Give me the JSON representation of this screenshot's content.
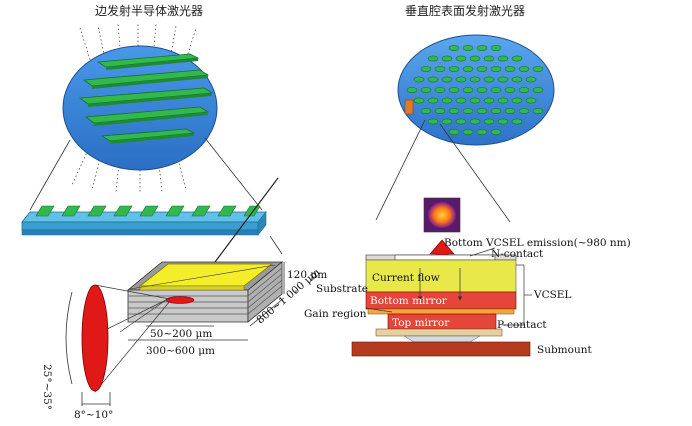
{
  "left_panel": {
    "title": "边发射半导体激光器",
    "dim_height": "120 μm",
    "dim_length": "800~1 000 μm",
    "dim_stripe": "50~200 μm",
    "dim_width": "300~600 μm",
    "beam_vertical_angle": "25°~35°",
    "beam_horizontal_angle": "8°~10°"
  },
  "right_panel": {
    "title": "垂直腔表面发射激光器",
    "label_emission": "Bottom VCSEL emission(~980 nm)",
    "label_n_contact": "N-contact",
    "label_current_flow": "Current flow",
    "label_substrate": "Substrate",
    "label_bottom_mirror": "Bottom mirror",
    "label_vcsel": "VCSEL",
    "label_gain_region": "Gain region",
    "label_top_mirror": "Top mirror",
    "label_p_contact": "P-contact",
    "label_submount": "Submount"
  },
  "colors": {
    "wafer_blue": "#2f7fd6",
    "stripe_green": "#2db34a",
    "chip_yellow": "#f4ee2a",
    "beam_red": "#e01818",
    "substrate_yellow": "#e8e84a",
    "mirror_red": "#e6463a",
    "submount_brown": "#b53a1e"
  }
}
